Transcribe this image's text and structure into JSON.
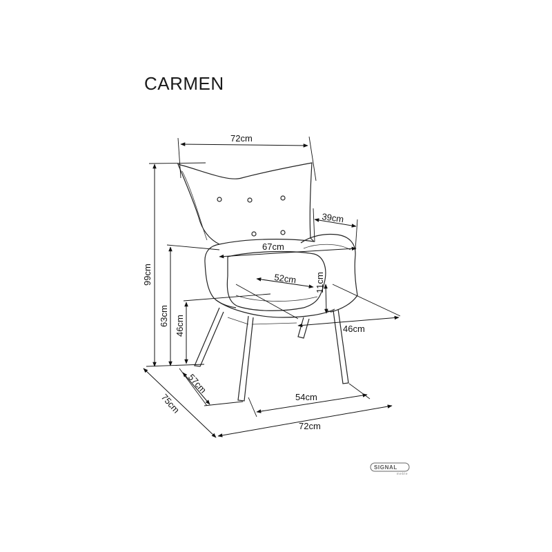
{
  "title": "CARMEN",
  "dimensions": {
    "width_top": "72cm",
    "arm_depth": "39cm",
    "inner_width": "67cm",
    "seat_width": "52cm",
    "arm_height": "11cm",
    "seat_depth": "46cm",
    "total_height": "99cm",
    "arm_height_floor": "63cm",
    "seat_height": "46cm",
    "leg_depth": "57cm",
    "leg_width": "54cm",
    "total_depth": "75cm",
    "total_width": "72cm"
  },
  "brand": {
    "name": "SIGNAL",
    "subtitle": "meble"
  },
  "colors": {
    "line": "#111111",
    "text": "#111111",
    "logo": "#555555"
  }
}
